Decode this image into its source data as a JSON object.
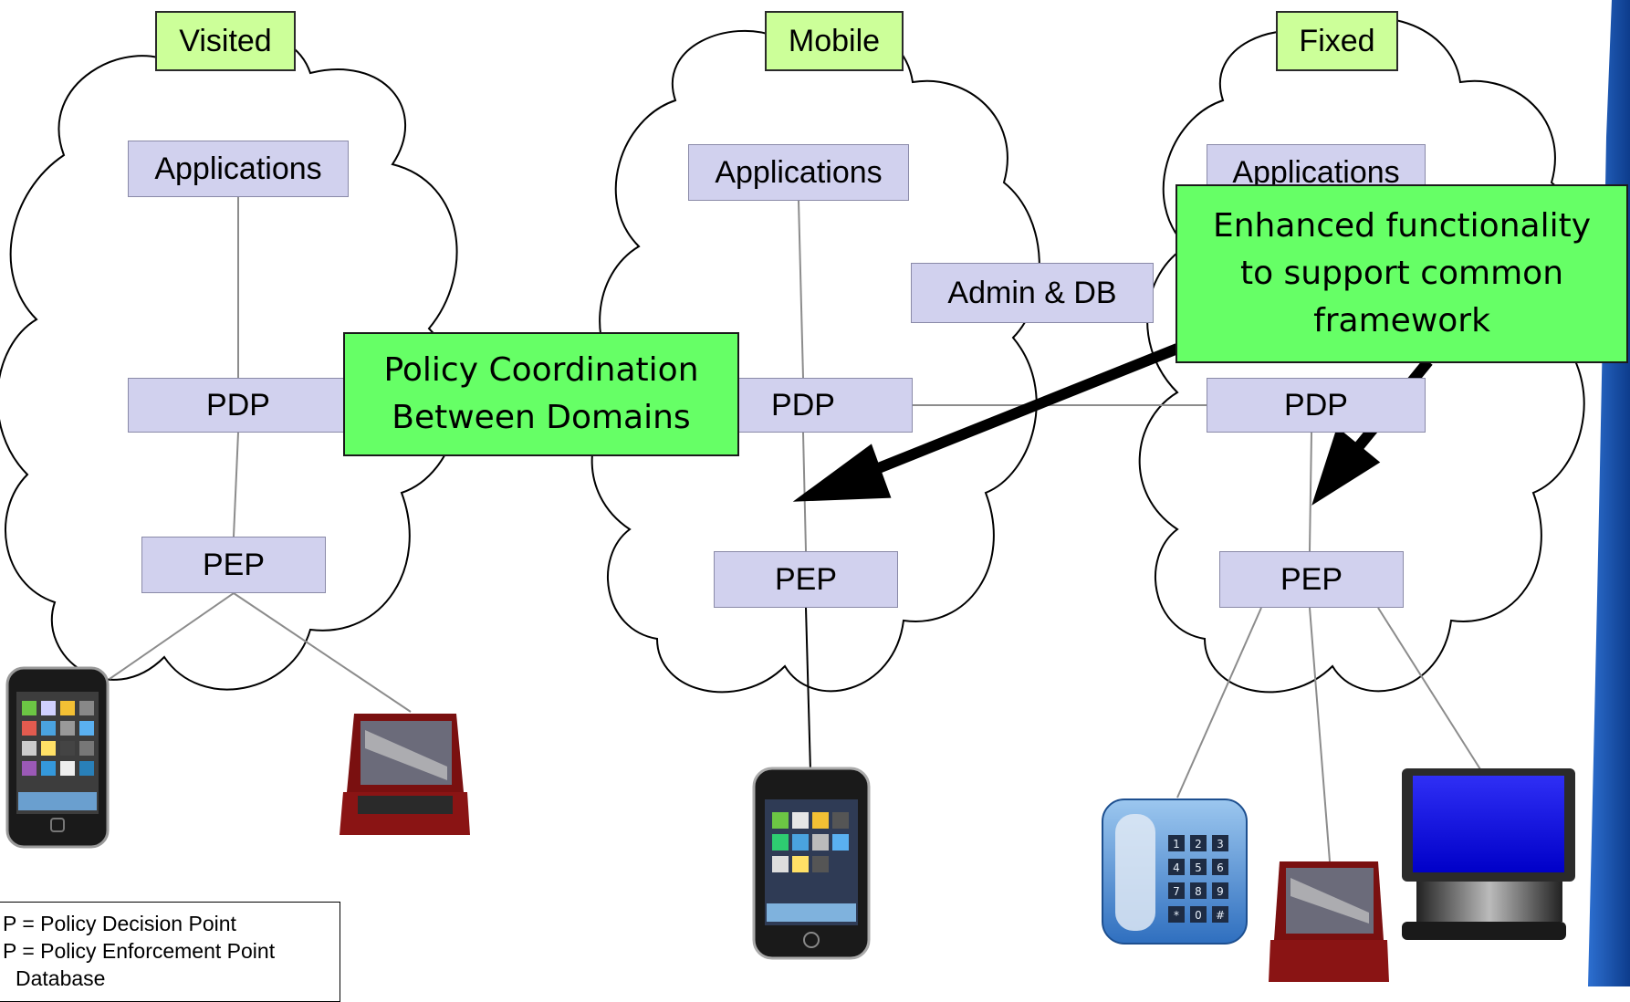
{
  "domains": [
    {
      "name": "Visited",
      "applications": "Applications",
      "pdp": "PDP",
      "pep": "PEP"
    },
    {
      "name": "Mobile",
      "applications": "Applications",
      "pdp": "PDP",
      "pep": "PEP",
      "admin": "Admin & DB"
    },
    {
      "name": "Fixed",
      "applications": "Applications",
      "pdp": "PDP",
      "pep": "PEP"
    }
  ],
  "callouts": {
    "coordination": [
      "Policy Coordination",
      "Between Domains"
    ],
    "enhanced": [
      "Enhanced functionality",
      "to support common",
      "framework"
    ]
  },
  "legend": [
    "P = Policy Decision Point",
    "P = Policy Enforcement Point",
    "Database"
  ],
  "colors": {
    "node_box": "#d1d1ee",
    "domain_tag": "#ccff99",
    "callout": "#66ff66",
    "accent_edge": "#1f5fb8"
  },
  "devices": [
    {
      "type": "smartphone-icon",
      "domain": "Visited"
    },
    {
      "type": "laptop-icon",
      "domain": "Visited"
    },
    {
      "type": "smartphone-icon",
      "domain": "Mobile"
    },
    {
      "type": "desk-phone-icon",
      "domain": "Fixed",
      "keys": [
        "1",
        "2",
        "3",
        "4",
        "5",
        "6",
        "7",
        "8",
        "9",
        "*",
        "0",
        "#"
      ]
    },
    {
      "type": "laptop-icon",
      "domain": "Fixed"
    },
    {
      "type": "monitor-icon",
      "domain": "Fixed"
    }
  ]
}
